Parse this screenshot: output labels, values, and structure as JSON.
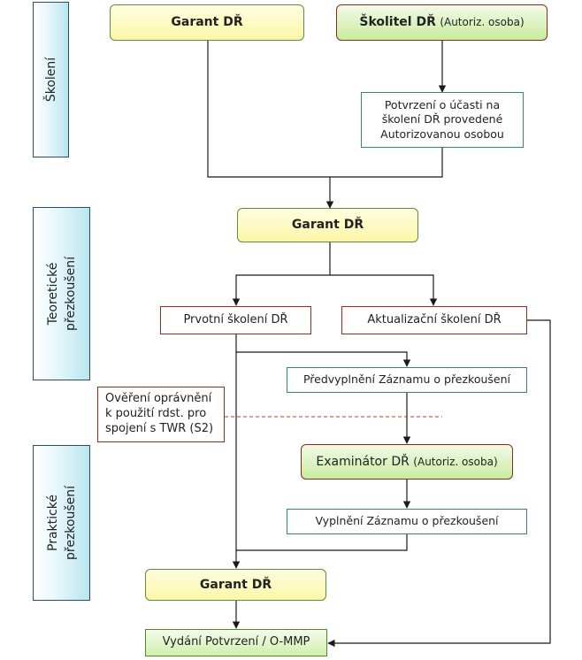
{
  "lanes": {
    "skoleni": "Školení",
    "teoreticke": "Teoretické\npřezkoušení",
    "prakticke": "Praktické\npřezkoušení"
  },
  "nodes": {
    "garant_top": "Garant DŘ",
    "skolitel_main": "Školitel DŘ",
    "skolitel_note": "(Autoriz. osoba)",
    "potvrzeni_ucasti": "Potvrzení o účasti na\nškolení DŘ provedené\nAutorizovanou osobou",
    "garant_mid": "Garant DŘ",
    "prvotni": "Prvotní školení DŘ",
    "aktualizacni": "Aktualizační školení DŘ",
    "predvyplneni": "Předvyplnění Záznamu o přezkoušení",
    "overeni": "Ověření oprávnění\nk použití rdst. pro\nspojení s TWR (S2)",
    "examinator_main": "Examinátor DŘ",
    "examinator_note": "(Autoriz. osoba)",
    "vyplneni": "Vyplnění Záznamu o přezkoušení",
    "garant_bottom": "Garant DŘ",
    "vydani": "Vydání Potvrzení  / O-MMP"
  },
  "colors": {
    "line": "#1a1a1a",
    "dashed": "#c0392b",
    "lane_border": "#2a4d6e"
  }
}
